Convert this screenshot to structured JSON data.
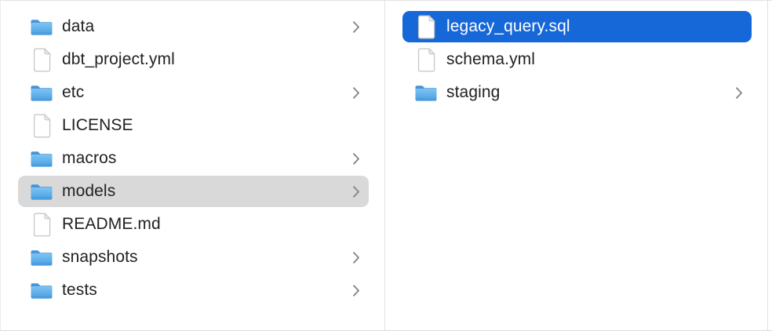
{
  "app": "finder-column-view",
  "columns": [
    {
      "name": "project-root",
      "items": [
        {
          "label": "data",
          "type": "folder",
          "has_chevron": true,
          "selected": false,
          "selection_style": null
        },
        {
          "label": "dbt_project.yml",
          "type": "file",
          "has_chevron": false,
          "selected": false,
          "selection_style": null
        },
        {
          "label": "etc",
          "type": "folder",
          "has_chevron": true,
          "selected": false,
          "selection_style": null
        },
        {
          "label": "LICENSE",
          "type": "file",
          "has_chevron": false,
          "selected": false,
          "selection_style": null
        },
        {
          "label": "macros",
          "type": "folder",
          "has_chevron": true,
          "selected": false,
          "selection_style": null
        },
        {
          "label": "models",
          "type": "folder",
          "has_chevron": true,
          "selected": true,
          "selection_style": "inactive"
        },
        {
          "label": "README.md",
          "type": "file",
          "has_chevron": false,
          "selected": false,
          "selection_style": null
        },
        {
          "label": "snapshots",
          "type": "folder",
          "has_chevron": true,
          "selected": false,
          "selection_style": null
        },
        {
          "label": "tests",
          "type": "folder",
          "has_chevron": true,
          "selected": false,
          "selection_style": null
        }
      ]
    },
    {
      "name": "models-contents",
      "items": [
        {
          "label": "legacy_query.sql",
          "type": "file",
          "has_chevron": false,
          "selected": true,
          "selection_style": "active"
        },
        {
          "label": "schema.yml",
          "type": "file",
          "has_chevron": false,
          "selected": false,
          "selection_style": null
        },
        {
          "label": "staging",
          "type": "folder",
          "has_chevron": true,
          "selected": false,
          "selection_style": null
        }
      ]
    }
  ],
  "icons": {
    "folder": "folder-icon",
    "file": "document-icon",
    "chevron": "chevron-right-icon"
  },
  "colors": {
    "selection_active": "#1667d8",
    "selection_inactive": "#d9d9d9",
    "selected_text": "#ffffff",
    "text": "#222222",
    "chevron": "#87878a",
    "divider": "#e2e2e2",
    "folder_tab": "#4795d8",
    "folder_body_top": "#7ec3f2",
    "folder_body_bottom": "#4a9add",
    "file_outline": "#c7c7c7",
    "background": "#ffffff"
  }
}
